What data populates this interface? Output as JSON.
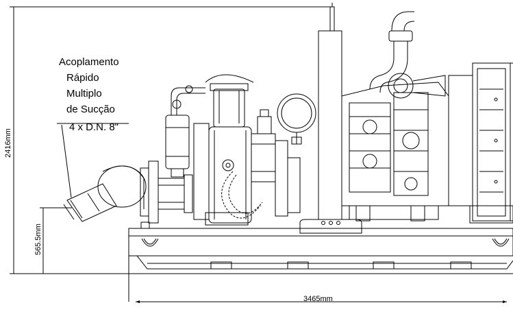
{
  "callout": {
    "lines": [
      "Acoplamento",
      "Rápido",
      "Multiplo",
      "de Sucção",
      "4 x D.N. 8\""
    ]
  },
  "dimensions": {
    "total_height": "2416mm",
    "inlet_height": "565.5mm",
    "total_length": "3465mm"
  },
  "colors": {
    "line": "#000000",
    "background": "#ffffff"
  }
}
